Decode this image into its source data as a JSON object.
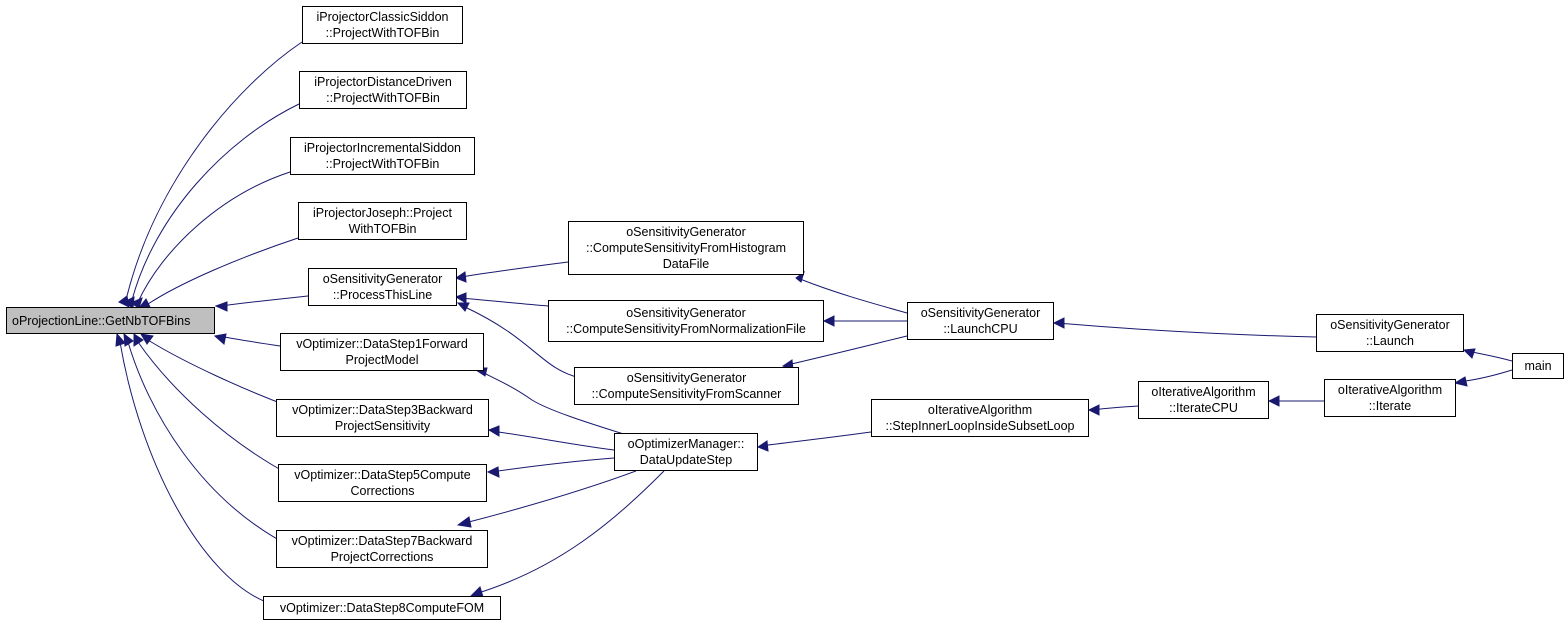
{
  "graph": {
    "nodes": [
      {
        "id": "root",
        "lines": [
          "oProjectionLine::GetNbTOFBins"
        ],
        "root": true
      },
      {
        "id": "classic",
        "lines": [
          "iProjectorClassicSiddon",
          "::ProjectWithTOFBin"
        ]
      },
      {
        "id": "distance",
        "lines": [
          "iProjectorDistanceDriven",
          "::ProjectWithTOFBin"
        ]
      },
      {
        "id": "incremental",
        "lines": [
          "iProjectorIncrementalSiddon",
          "::ProjectWithTOFBin"
        ]
      },
      {
        "id": "joseph",
        "lines": [
          "iProjectorJoseph::Project",
          "WithTOFBin"
        ]
      },
      {
        "id": "process",
        "lines": [
          "oSensitivityGenerator",
          "::ProcessThisLine"
        ]
      },
      {
        "id": "ds1",
        "lines": [
          "vOptimizer::DataStep1Forward",
          "ProjectModel"
        ]
      },
      {
        "id": "ds3",
        "lines": [
          "vOptimizer::DataStep3Backward",
          "ProjectSensitivity"
        ]
      },
      {
        "id": "ds5",
        "lines": [
          "vOptimizer::DataStep5Compute",
          "Corrections"
        ]
      },
      {
        "id": "ds7",
        "lines": [
          "vOptimizer::DataStep7Backward",
          "ProjectCorrections"
        ]
      },
      {
        "id": "ds8",
        "lines": [
          "vOptimizer::DataStep8ComputeFOM"
        ]
      },
      {
        "id": "histo",
        "lines": [
          "oSensitivityGenerator",
          "::ComputeSensitivityFromHistogram",
          "DataFile"
        ]
      },
      {
        "id": "norm",
        "lines": [
          "oSensitivityGenerator",
          "::ComputeSensitivityFromNormalizationFile"
        ]
      },
      {
        "id": "scanner",
        "lines": [
          "oSensitivityGenerator",
          "::ComputeSensitivityFromScanner"
        ]
      },
      {
        "id": "dataupdate",
        "lines": [
          "oOptimizerManager::",
          "DataUpdateStep"
        ]
      },
      {
        "id": "launchcpu",
        "lines": [
          "oSensitivityGenerator",
          "::LaunchCPU"
        ]
      },
      {
        "id": "stepinner",
        "lines": [
          "oIterativeAlgorithm",
          "::StepInnerLoopInsideSubsetLoop"
        ]
      },
      {
        "id": "iteratecpu",
        "lines": [
          "oIterativeAlgorithm",
          "::IterateCPU"
        ]
      },
      {
        "id": "launch",
        "lines": [
          "oSensitivityGenerator",
          "::Launch"
        ]
      },
      {
        "id": "iterate",
        "lines": [
          "oIterativeAlgorithm",
          "::Iterate"
        ]
      },
      {
        "id": "main",
        "lines": [
          "main"
        ]
      }
    ],
    "edges": [
      {
        "from": "classic",
        "to": "root"
      },
      {
        "from": "distance",
        "to": "root"
      },
      {
        "from": "incremental",
        "to": "root"
      },
      {
        "from": "joseph",
        "to": "root"
      },
      {
        "from": "process",
        "to": "root"
      },
      {
        "from": "ds1",
        "to": "root"
      },
      {
        "from": "ds3",
        "to": "root"
      },
      {
        "from": "ds5",
        "to": "root"
      },
      {
        "from": "ds7",
        "to": "root"
      },
      {
        "from": "ds8",
        "to": "root"
      },
      {
        "from": "histo",
        "to": "process"
      },
      {
        "from": "norm",
        "to": "process"
      },
      {
        "from": "scanner",
        "to": "process"
      },
      {
        "from": "dataupdate",
        "to": "ds1"
      },
      {
        "from": "dataupdate",
        "to": "ds3"
      },
      {
        "from": "dataupdate",
        "to": "ds5"
      },
      {
        "from": "dataupdate",
        "to": "ds7"
      },
      {
        "from": "dataupdate",
        "to": "ds8"
      },
      {
        "from": "launchcpu",
        "to": "histo"
      },
      {
        "from": "launchcpu",
        "to": "norm"
      },
      {
        "from": "launchcpu",
        "to": "scanner"
      },
      {
        "from": "stepinner",
        "to": "dataupdate"
      },
      {
        "from": "launch",
        "to": "launchcpu"
      },
      {
        "from": "iteratecpu",
        "to": "stepinner"
      },
      {
        "from": "main",
        "to": "launch"
      },
      {
        "from": "iterate",
        "to": "iteratecpu"
      },
      {
        "from": "main",
        "to": "iterate"
      }
    ],
    "colors": {
      "edge": "#191970",
      "root_fill": "#bfbfbf",
      "node_fill": "#ffffff",
      "border": "#000000"
    }
  }
}
